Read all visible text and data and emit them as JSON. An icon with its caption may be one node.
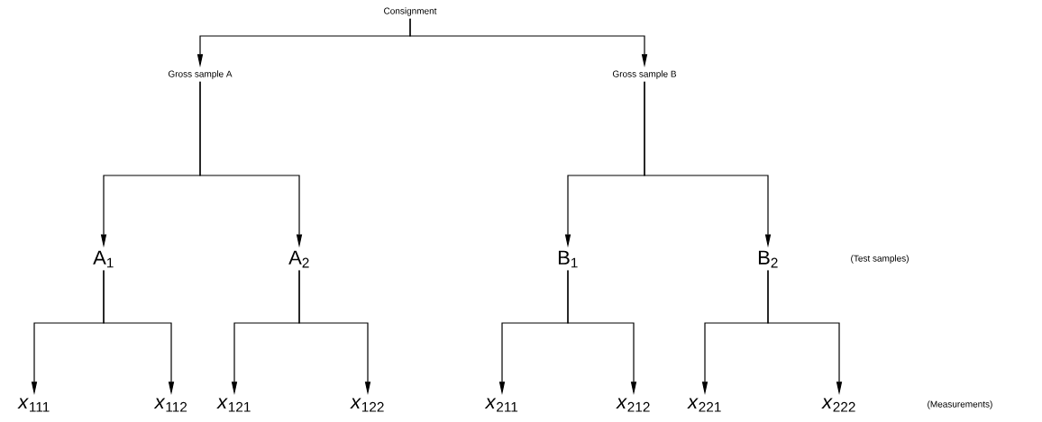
{
  "diagram": {
    "nodes": [
      {
        "text": [
          "Consignment"
        ]
      },
      {
        "text": [
          "Gross sample A"
        ]
      },
      {
        "text": [
          "Gross sample B"
        ]
      },
      {
        "text": [
          "A$_{1}$"
        ]
      },
      {
        "text": [
          "A$_{2}$"
        ]
      },
      {
        "text": [
          "B$_{1}$"
        ]
      },
      {
        "text": [
          "B$_{2}$"
        ]
      },
      {
        "text": [
          "*x*$_{111}$"
        ]
      },
      {
        "text": [
          "*x*$_{112}$"
        ]
      },
      {
        "text": [
          "*x*$_{121}$"
        ]
      },
      {
        "text": [
          "*x*$_{122}$"
        ]
      },
      {
        "text": [
          "*x*$_{211}$"
        ]
      },
      {
        "text": [
          "*x*$_{212}$"
        ]
      },
      {
        "text": [
          "*x*$_{221}$"
        ]
      },
      {
        "text": [
          "*x*$_{222}$"
        ]
      }
    ],
    "edges": [
      {
        "from": 0,
        "to": 1,
        "arrow": "to"
      },
      {
        "from": 0,
        "to": 2,
        "arrow": "to"
      },
      {
        "from": 1,
        "to": 3,
        "arrow": "to"
      },
      {
        "from": 1,
        "to": 4,
        "arrow": "to"
      },
      {
        "from": 2,
        "to": 5,
        "arrow": "to"
      },
      {
        "from": 2,
        "to": 6,
        "arrow": "to"
      },
      {
        "from": 3,
        "to": 7,
        "arrow": "to"
      },
      {
        "from": 3,
        "to": 8,
        "arrow": "to"
      },
      {
        "from": 4,
        "to": 9,
        "arrow": "to"
      },
      {
        "from": 4,
        "to": 10,
        "arrow": "to"
      },
      {
        "from": 5,
        "to": 11,
        "arrow": "to"
      },
      {
        "from": 5,
        "to": 12,
        "arrow": "to"
      },
      {
        "from": 6,
        "to": 13,
        "arrow": "to"
      },
      {
        "from": 6,
        "to": 14,
        "arrow": "to"
      }
    ],
    "labels": [
      "(Test samples)",
      "(Measurements)"
    ]
  }
}
